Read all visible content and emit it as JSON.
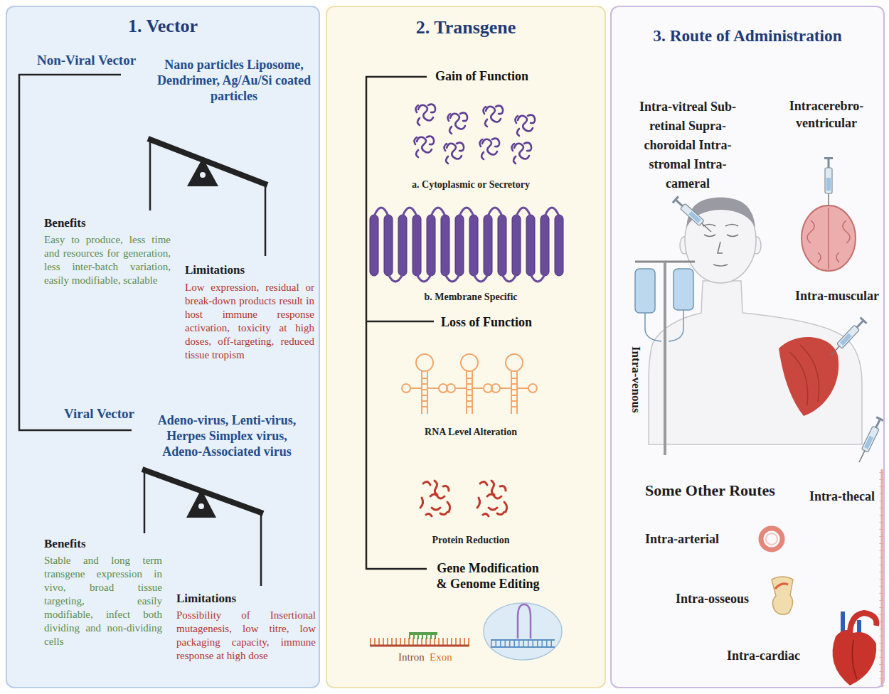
{
  "diagram": {
    "nodes": [
      {
        "text": [
          "1. Vector",
          "Non-Viral Vector",
          "Nano particles Liposome, Dendrimer, Ag/Au/Si coated particles",
          "Benefits",
          "Easy to produce, less time and resources for generation, less inter-batch variation, easily modifiable, scalable",
          "Limitations",
          "Low expression, residual or break-down products result in host immune response activation, toxicity at high doses, off-targeting, reduced tissue tropism",
          "Viral Vector",
          "Adeno-virus, Lenti-virus, Herpes Simplex virus, Adeno-Associated virus",
          "Benefits",
          "Stable and long term transgene expression in vivo, broad tissue targeting, easily modifiable, infect both dividing and non-dividing cells",
          "Limitations",
          "Possibility of Insertional mutagenesis, low titre, low packaging capacity, immune response at high dose"
        ]
      },
      {
        "text": [
          "2. Transgene",
          "Gain of Function",
          "a. Cytoplasmic or Secretory",
          "b. Membrane Specific",
          "Loss of Function",
          "RNA Level Alteration",
          "Protein Reduction",
          "Gene Modification & Genome Editing",
          "Intron",
          "Exon"
        ]
      },
      {
        "text": [
          "3. Route of Administration",
          "Intra-vitreal Sub-retinal Supra-choroidal Intra-stromal Intra-cameral",
          "Intracerebro-ventricular",
          "Intra-muscular",
          "Intra-venous",
          "Some Other Routes",
          "Intra-thecal",
          "Intra-arterial",
          "Intra-osseous",
          "Intra-cardiac"
        ]
      }
    ]
  }
}
